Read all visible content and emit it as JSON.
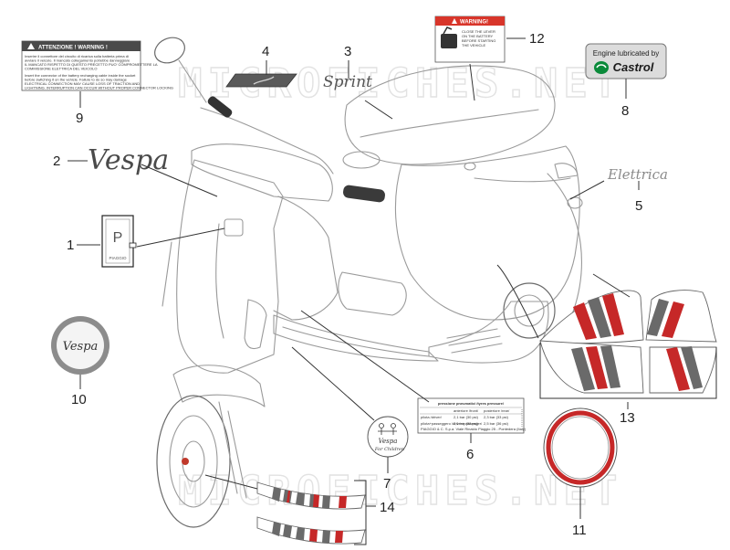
{
  "watermark": "MICROFICHES.NET",
  "colors": {
    "red": "#d8352a",
    "grey": "#8a8a8a",
    "dark": "#4a4a4a",
    "castrol_green": "#0a8a3a"
  },
  "callouts": [
    "1",
    "2",
    "3",
    "4",
    "5",
    "6",
    "7",
    "8",
    "9",
    "10",
    "11",
    "12",
    "13",
    "14"
  ],
  "part9": {
    "header": "ATTENZIONE ! WARNING !",
    "lines": [
      "Inserire il connettore del circuito di ricarica sulla batteria prima di",
      "avviare il veicolo. Il mancato collegamento potrebbe danneggiare",
      "IL MANCATO RISPETTO DI QUESTO PRECETTO PUO' COMPROMETTERE LA",
      "COMMISSIONE ELETTRICA DEL VEICOLO",
      "",
      "Insert the connector of the battery recharging cable inside the socket",
      "before switching it on the vehicle. Failure to do so may damage",
      "ELECTRICAL CONNECTION MAY CAUSE LOSS OF TRACTION AND",
      "LIGHTNING. INTERRUPTION CAN OCCUR WITHOUT PROPER CONNECTOR LOCKING"
    ]
  },
  "part12": {
    "header": "WARNING!",
    "lines": [
      "CLOSE THE LEVER",
      "ON THE BATTERY",
      "BEFORE STARTING",
      "THE VEHICLE"
    ]
  },
  "part8": {
    "top": "Engine lubricated by",
    "brand": "Castrol"
  },
  "part3": {
    "text": "Sprint"
  },
  "part2": {
    "text": "Vespa"
  },
  "part5": {
    "text": "Elettrica"
  },
  "part10": {
    "text": "Vespa"
  },
  "part1": {
    "letter": "P",
    "small": "PIAGGIO"
  },
  "part7": {
    "line1": "Vespa",
    "line2": "For Children"
  },
  "part6": {
    "title": "pressione pneumatici /tyres pressure/",
    "columns": [
      "",
      "anteriore /front/",
      "posteriore /rear/"
    ],
    "rows": [
      [
        "pilota /driver/",
        "2,1 bar (30 psi)",
        "2,3 bar (33 psi)"
      ],
      [
        "pilota+passeggero /driver+passenger/",
        "2,1 bar (30 psi)",
        "2,5 bar (36 psi)"
      ]
    ],
    "footer": "PIAGGIO & C. S.p.a. Viale Rinaldo Piaggio 25 - Pontedera (Italy)"
  }
}
